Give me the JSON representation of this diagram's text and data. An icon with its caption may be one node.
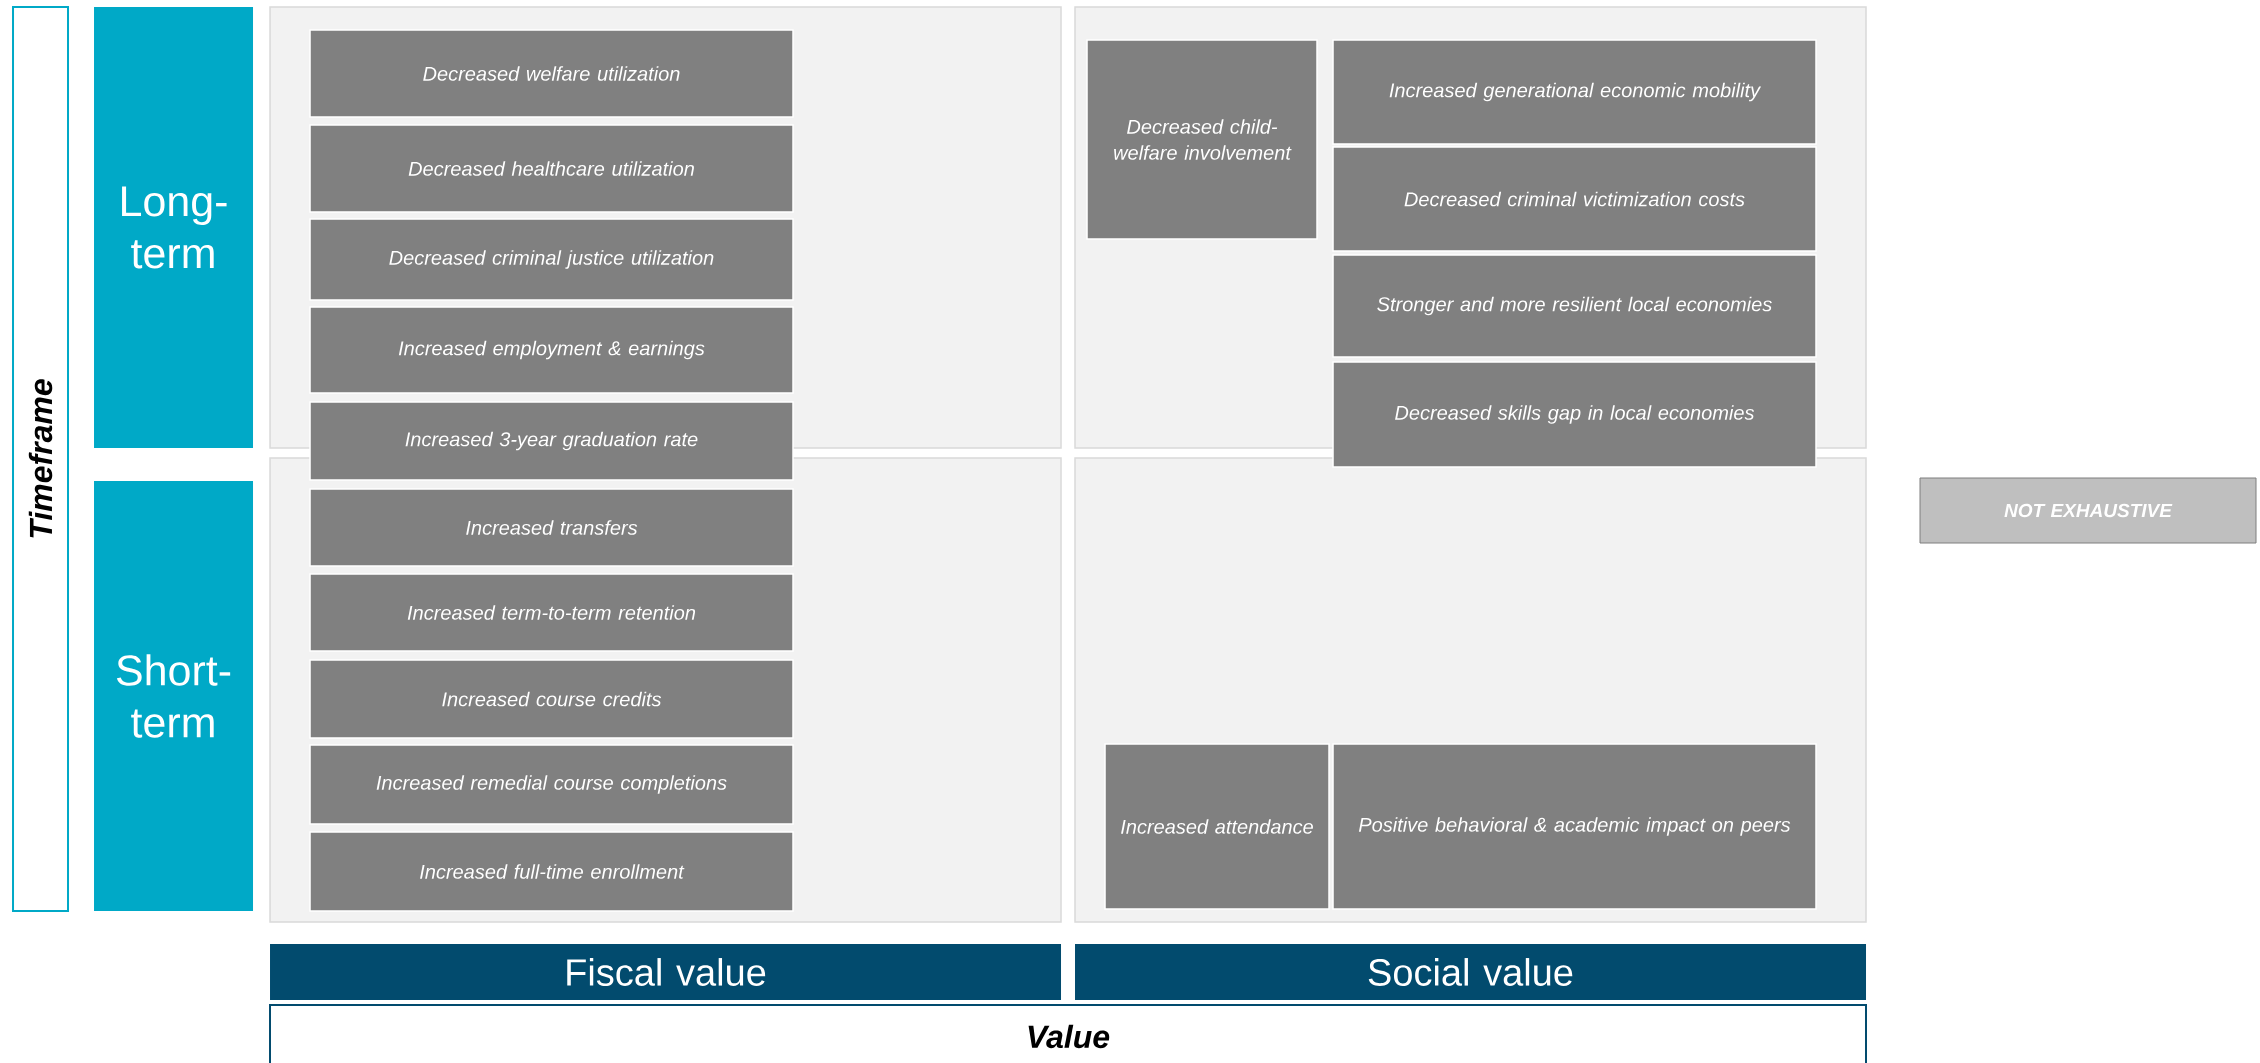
{
  "diagram": {
    "nodes": [
      {
        "text": [
          "Timeframe"
        ]
      },
      {
        "text": [
          "Long-term"
        ]
      },
      {
        "text": [
          "Short-term"
        ]
      },
      {
        "text": [
          "Decreased welfare utilization"
        ]
      },
      {
        "text": [
          "Decreased healthcare utilization"
        ]
      },
      {
        "text": [
          "Decreased criminal justice utilization"
        ]
      },
      {
        "text": [
          "Increased employment & earnings"
        ]
      },
      {
        "text": [
          "Increased 3-year graduation rate"
        ]
      },
      {
        "text": [
          "Increased transfers"
        ]
      },
      {
        "text": [
          "Increased term-to-term retention"
        ]
      },
      {
        "text": [
          "Increased course credits"
        ]
      },
      {
        "text": [
          "Increased remedial course completions"
        ]
      },
      {
        "text": [
          "Increased full-time enrollment"
        ]
      },
      {
        "text": [
          "Decreased child-welfare involvement"
        ]
      },
      {
        "text": [
          "Increased generational economic mobility"
        ]
      },
      {
        "text": [
          "Decreased criminal victimization costs"
        ]
      },
      {
        "text": [
          "Stronger and more resilient local economies"
        ]
      },
      {
        "text": [
          "Decreased skills gap in local economies"
        ]
      },
      {
        "text": [
          "Increased attendance"
        ]
      },
      {
        "text": [
          "Positive behavioral & academic impact on peers"
        ]
      },
      {
        "text": [
          "Fiscal value"
        ]
      },
      {
        "text": [
          "Social value"
        ]
      },
      {
        "text": [
          "Value"
        ]
      },
      {
        "text": [
          "NOT EXHAUSTIVE"
        ]
      }
    ]
  }
}
